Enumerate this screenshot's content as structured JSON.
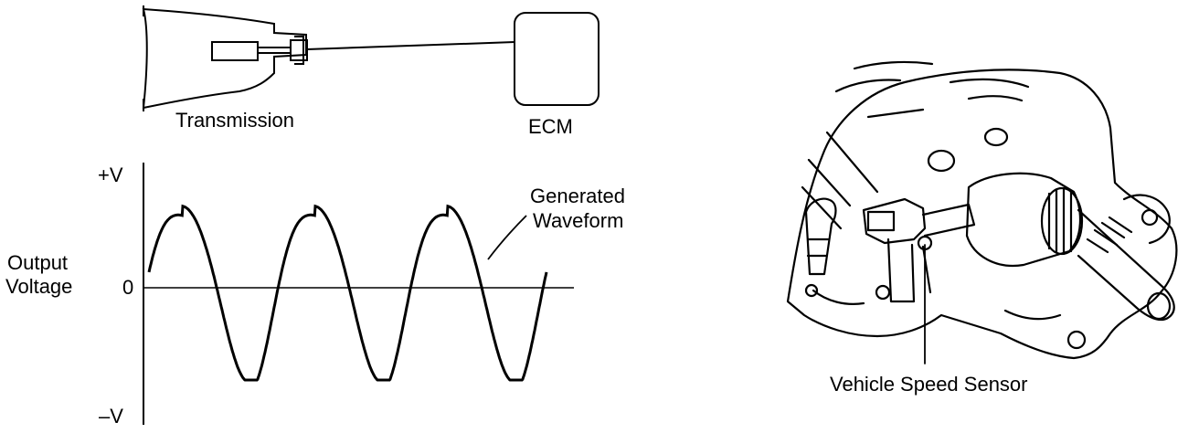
{
  "block_diagram": {
    "transmission_label": "Transmission",
    "ecm_label": "ECM"
  },
  "waveform": {
    "y_top_label": "+V",
    "y_zero_label": "0",
    "y_bottom_label": "–V",
    "y_axis_label_line1": "Output",
    "y_axis_label_line2": "Voltage",
    "callout_line1": "Generated",
    "callout_line2": "Waveform"
  },
  "illustration": {
    "sensor_label": "Vehicle Speed Sensor",
    "icon": "speed-sensor-illustration"
  },
  "colors": {
    "ink": "#000000",
    "background": "#ffffff"
  }
}
